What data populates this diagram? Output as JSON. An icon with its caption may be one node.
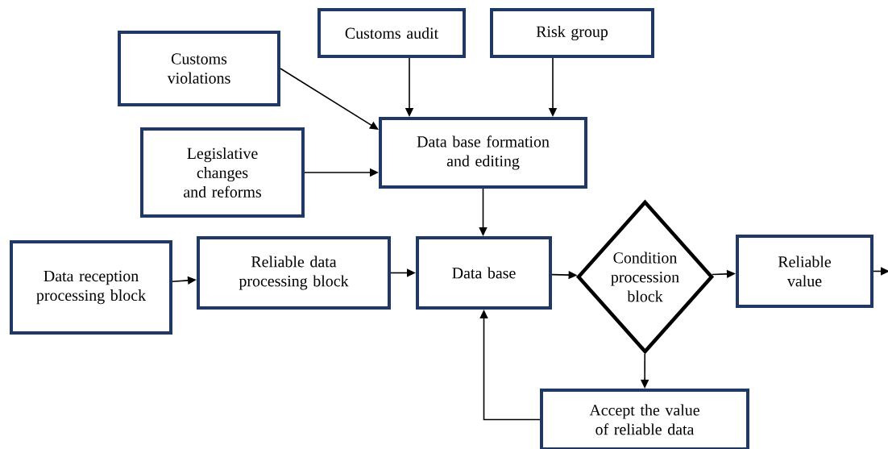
{
  "diagram": {
    "nodes": [
      {
        "text": [
          "Customs violations"
        ]
      },
      {
        "text": [
          "Customs audit"
        ]
      },
      {
        "text": [
          "Risk group"
        ]
      },
      {
        "text": [
          "Data base formation and editing"
        ]
      },
      {
        "text": [
          "Legislative changes and reforms"
        ]
      },
      {
        "text": [
          "Data reception processing block"
        ]
      },
      {
        "text": [
          "Reliable data processing block"
        ]
      },
      {
        "text": [
          "Data base"
        ]
      },
      {
        "text": [
          "Condition procession block"
        ]
      },
      {
        "text": [
          "Reliable value"
        ]
      },
      {
        "text": [
          "Accept the value of reliable data"
        ]
      }
    ],
    "edges": [
      {
        "from": 0,
        "to": 3,
        "arrow": "to"
      },
      {
        "from": 1,
        "to": 3,
        "arrow": "to"
      },
      {
        "from": 2,
        "to": 3,
        "arrow": "to"
      },
      {
        "from": 4,
        "to": 3,
        "arrow": "to"
      },
      {
        "from": 3,
        "to": 7,
        "arrow": "to"
      },
      {
        "from": 5,
        "to": 6,
        "arrow": "to"
      },
      {
        "from": 6,
        "to": 7,
        "arrow": "to"
      },
      {
        "from": 7,
        "to": 8,
        "arrow": "to"
      },
      {
        "from": 8,
        "to": 9,
        "arrow": "to"
      },
      {
        "from": 8,
        "to": 10,
        "arrow": "to"
      },
      {
        "from": 10,
        "to": 7,
        "arrow": "to"
      },
      {
        "from": 9,
        "to": null,
        "arrow": "to"
      }
    ]
  }
}
